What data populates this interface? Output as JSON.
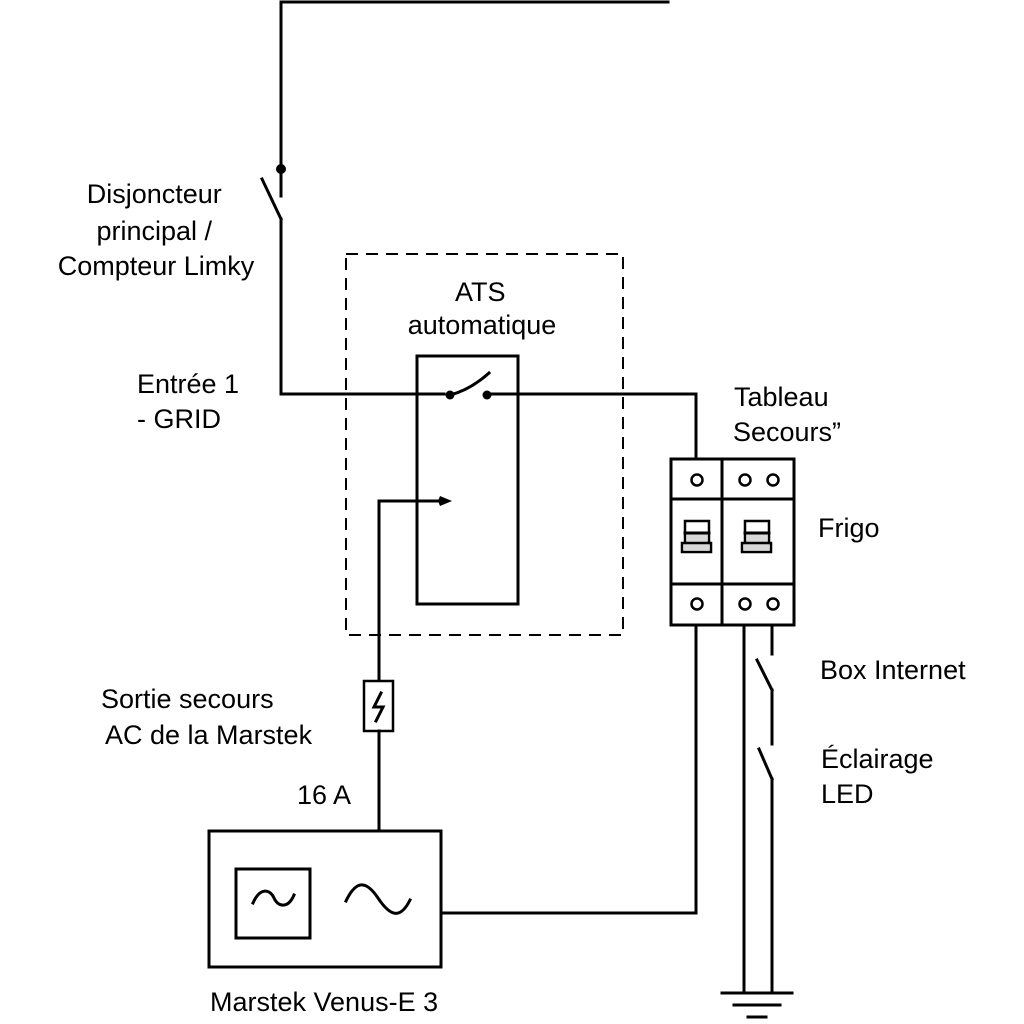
{
  "diagram": {
    "title": "Schéma ATS secours Marstek",
    "components": {
      "main_breaker": {
        "label_lines": [
          "Disjoncteur",
          "principal /",
          "Compteur Limky"
        ]
      },
      "grid_input": {
        "label_lines": [
          "Entrée 1",
          "- GRID"
        ]
      },
      "ats": {
        "label_lines": [
          "ATS",
          "automatique"
        ]
      },
      "backup_panel": {
        "label_lines": [
          "Tableau",
          "Secours”"
        ]
      },
      "circuits": [
        {
          "name": "Frigo",
          "type": "breaker"
        },
        {
          "name": "Box Internet",
          "type": "switch"
        },
        {
          "name": "Éclairage LED",
          "type": "switch",
          "label_lines": [
            "Éclairage",
            "LED"
          ]
        }
      ],
      "backup_output": {
        "label_lines": [
          "Sortie secours",
          "AC de la Marstek"
        ],
        "fuse_rating": "16 A",
        "fuse_icon": "lightning-icon"
      },
      "battery": {
        "label": "Marstek Venus-E 3",
        "icons": [
          "inverter-ac-icon",
          "ac-sine-icon"
        ]
      },
      "ground": {
        "icon": "ground-icon"
      }
    }
  }
}
